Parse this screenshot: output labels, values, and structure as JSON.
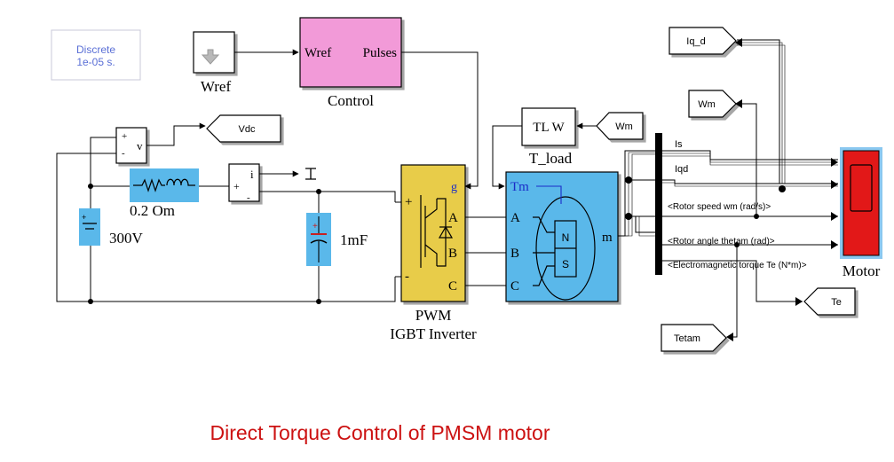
{
  "footer_title": "Direct Torque Control  of PMSM motor",
  "powergui": {
    "line1": "Discrete",
    "line2": "1e-05 s."
  },
  "blocks": {
    "wref": "Wref",
    "control": {
      "name": "Control",
      "in": "Wref",
      "out": "Pulses"
    },
    "voltmeter": "v",
    "ammeter": "i",
    "vdc_tag": "Vdc",
    "rl": "0.2 Om",
    "dc_source": "300V",
    "capacitor": "1mF",
    "inverter": {
      "name1": "PWM",
      "name2": "IGBT Inverter",
      "g": "g",
      "a": "A",
      "b": "B",
      "c": "C",
      "plus": "+",
      "minus": "-"
    },
    "tload": {
      "name": "T_load",
      "text": "TL W"
    },
    "wm_from": "Wm",
    "machine": {
      "tm": "Tm",
      "a": "A",
      "b": "B",
      "c": "C",
      "m": "m",
      "n": "N",
      "s": "S"
    },
    "bus": [
      "Is",
      "Iqd",
      "<Rotor speed wm (rad/s)>",
      "<Rotor angle thetam (rad)>",
      "<Electromagnetic torque Te (N*m)>"
    ],
    "goto_iqd": "Iq_d",
    "goto_wm": "Wm",
    "goto_te": "Te",
    "goto_tetam": "Tetam",
    "motor": "Motor"
  },
  "colors": {
    "title": "#cc1111",
    "powergui_text": "#5a6fd6",
    "control_fill": "#f29ad8",
    "inverter_fill": "#e8cc4a",
    "machine_fill": "#5ab8ea",
    "component_fill": "#5ab8ea",
    "scope_fill": "#e21818",
    "tm_label": "#1a2bc8"
  }
}
